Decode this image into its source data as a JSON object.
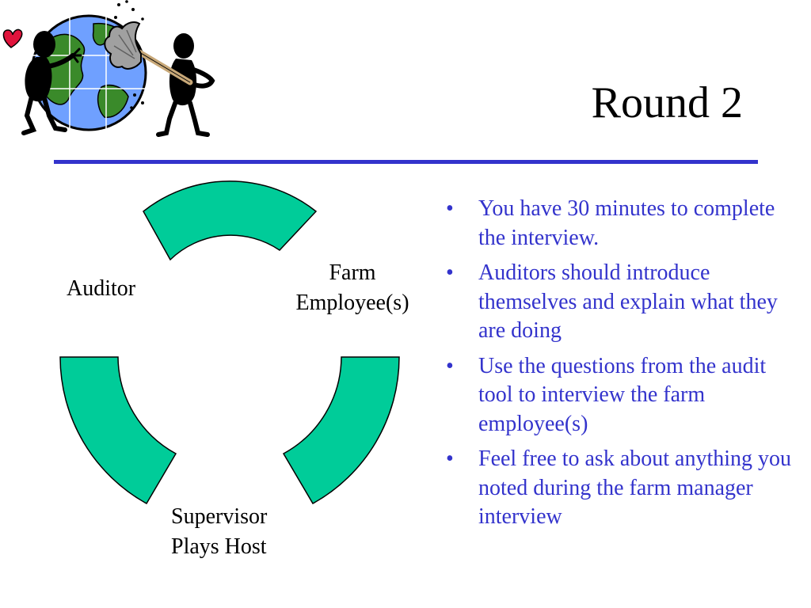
{
  "slide": {
    "title": "Round 2",
    "accent_color": "#3333cc",
    "segment_color": "#00cc99"
  },
  "clipart": {
    "icons": [
      "heart-icon",
      "globe-icon",
      "person-icon",
      "feather-duster-icon"
    ]
  },
  "cycle": {
    "labels": {
      "auditor": "Auditor",
      "farm_line1": "Farm",
      "farm_line2": "Employee(s)",
      "supervisor_line1": "Supervisor",
      "supervisor_line2": "Plays Host"
    }
  },
  "bullets": [
    "You have 30 minutes to complete the interview.",
    "Auditors should introduce themselves and explain what they are doing",
    "Use the questions from the audit tool to interview the farm employee(s)",
    "Feel free to ask about anything you noted during the farm manager interview"
  ]
}
